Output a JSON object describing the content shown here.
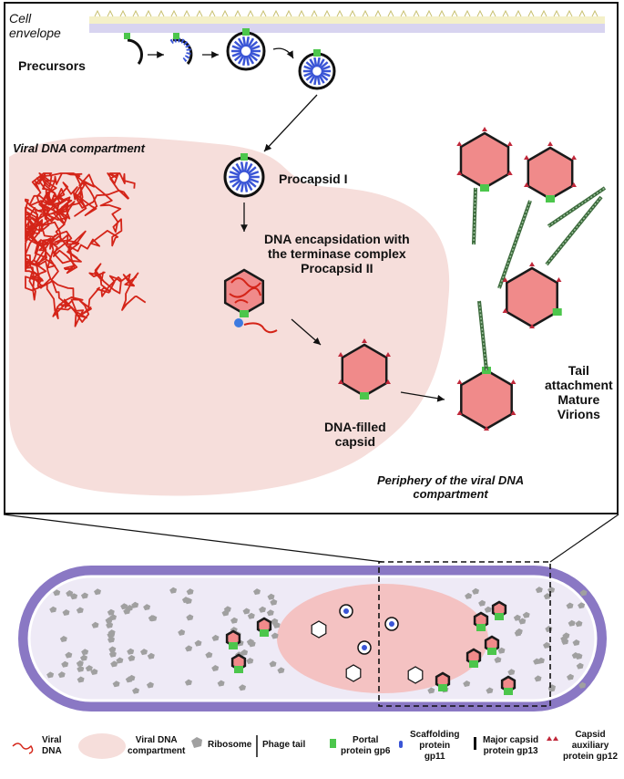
{
  "labels": {
    "cell_envelope": "Cell\nenvelope",
    "precursors": "Precursors",
    "viral_compartment": "Viral DNA  compartment",
    "procapsid_i": "Procapsid I",
    "encapsidation": "DNA encapsidation with\nthe terminase complex\nProcapsid II",
    "dna_filled": "DNA-filled\ncapsid",
    "tail_attachment": "Tail\nattachment\nMature\nVirions",
    "periphery": "Periphery of the viral DNA\ncompartment"
  },
  "legend": [
    {
      "id": "viral-dna",
      "label": "Viral\nDNA"
    },
    {
      "id": "viral-compartment",
      "label": "Viral DNA\ncompartment"
    },
    {
      "id": "ribosome",
      "label": "Ribosome"
    },
    {
      "id": "phage-tail",
      "label": "Phage tail"
    },
    {
      "id": "portal",
      "label": "Portal\nprotein gp6"
    },
    {
      "id": "scaffolding",
      "label": "Scaffolding\nprotein\ngp11"
    },
    {
      "id": "major-capsid",
      "label": "Major capsid\nprotein gp13"
    },
    {
      "id": "auxiliary",
      "label": "Capsid\nauxiliary\nprotein gp12"
    }
  ],
  "colors": {
    "dna": "#d42418",
    "compartment": "#f6dedb",
    "capsid_fill": "#f08a8a",
    "capsid_edge": "#1a1a1a",
    "scaffold": "#3a55d6",
    "portal": "#4cc64c",
    "tail": "#3c6a3c",
    "cell_wall": "#8a78c4",
    "cell_inner": "#eeeaf6",
    "ribosome": "#a0a0a0"
  }
}
